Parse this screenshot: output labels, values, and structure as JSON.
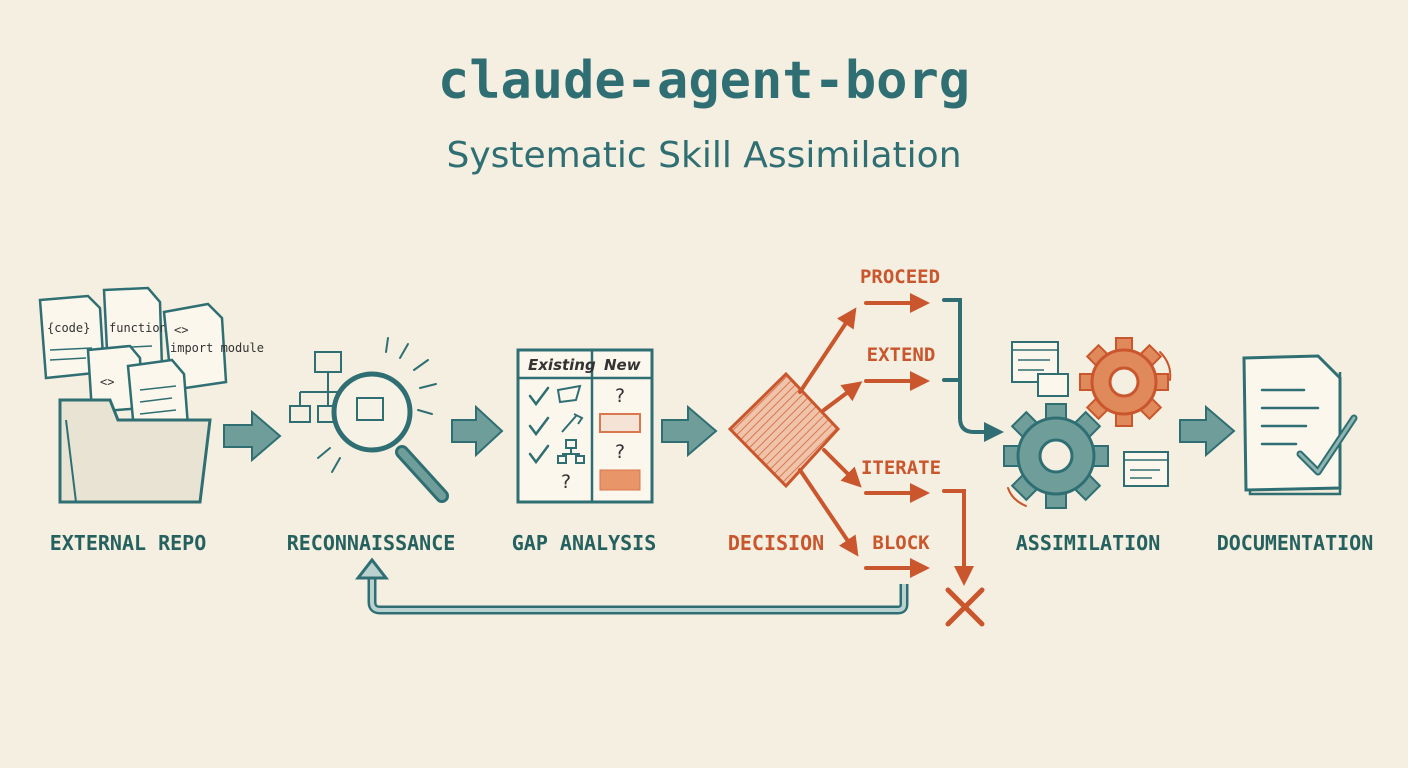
{
  "title": "claude-agent-borg",
  "subtitle": "Systematic Skill Assimilation",
  "stages": [
    {
      "id": "external-repo",
      "label": "EXTERNAL REPO"
    },
    {
      "id": "reconnaissance",
      "label": "RECONNAISSANCE"
    },
    {
      "id": "gap-analysis",
      "label": "GAP ANALYSIS"
    },
    {
      "id": "decision",
      "label": "DECISION"
    },
    {
      "id": "assimilation",
      "label": "ASSIMILATION"
    },
    {
      "id": "documentation",
      "label": "DOCUMENTATION"
    }
  ],
  "decision_branches": [
    "PROCEED",
    "EXTEND",
    "ITERATE",
    "BLOCK"
  ],
  "repo_files": [
    "{code}",
    "function()",
    "<>",
    "import module",
    "<>"
  ],
  "gap_table": {
    "headers": [
      "Existing",
      "New"
    ],
    "marks": [
      "?",
      "?",
      "?"
    ]
  },
  "colors": {
    "background": "#f5efe1",
    "teal": "#2f6f73",
    "orange": "#c9562c",
    "arrow_fill": "#6f9e9a"
  },
  "icons": [
    "folder-icon",
    "file-icon",
    "magnifier-icon",
    "tree-icon",
    "checkmark-icon",
    "gear-icon",
    "document-check-icon",
    "x-icon"
  ]
}
